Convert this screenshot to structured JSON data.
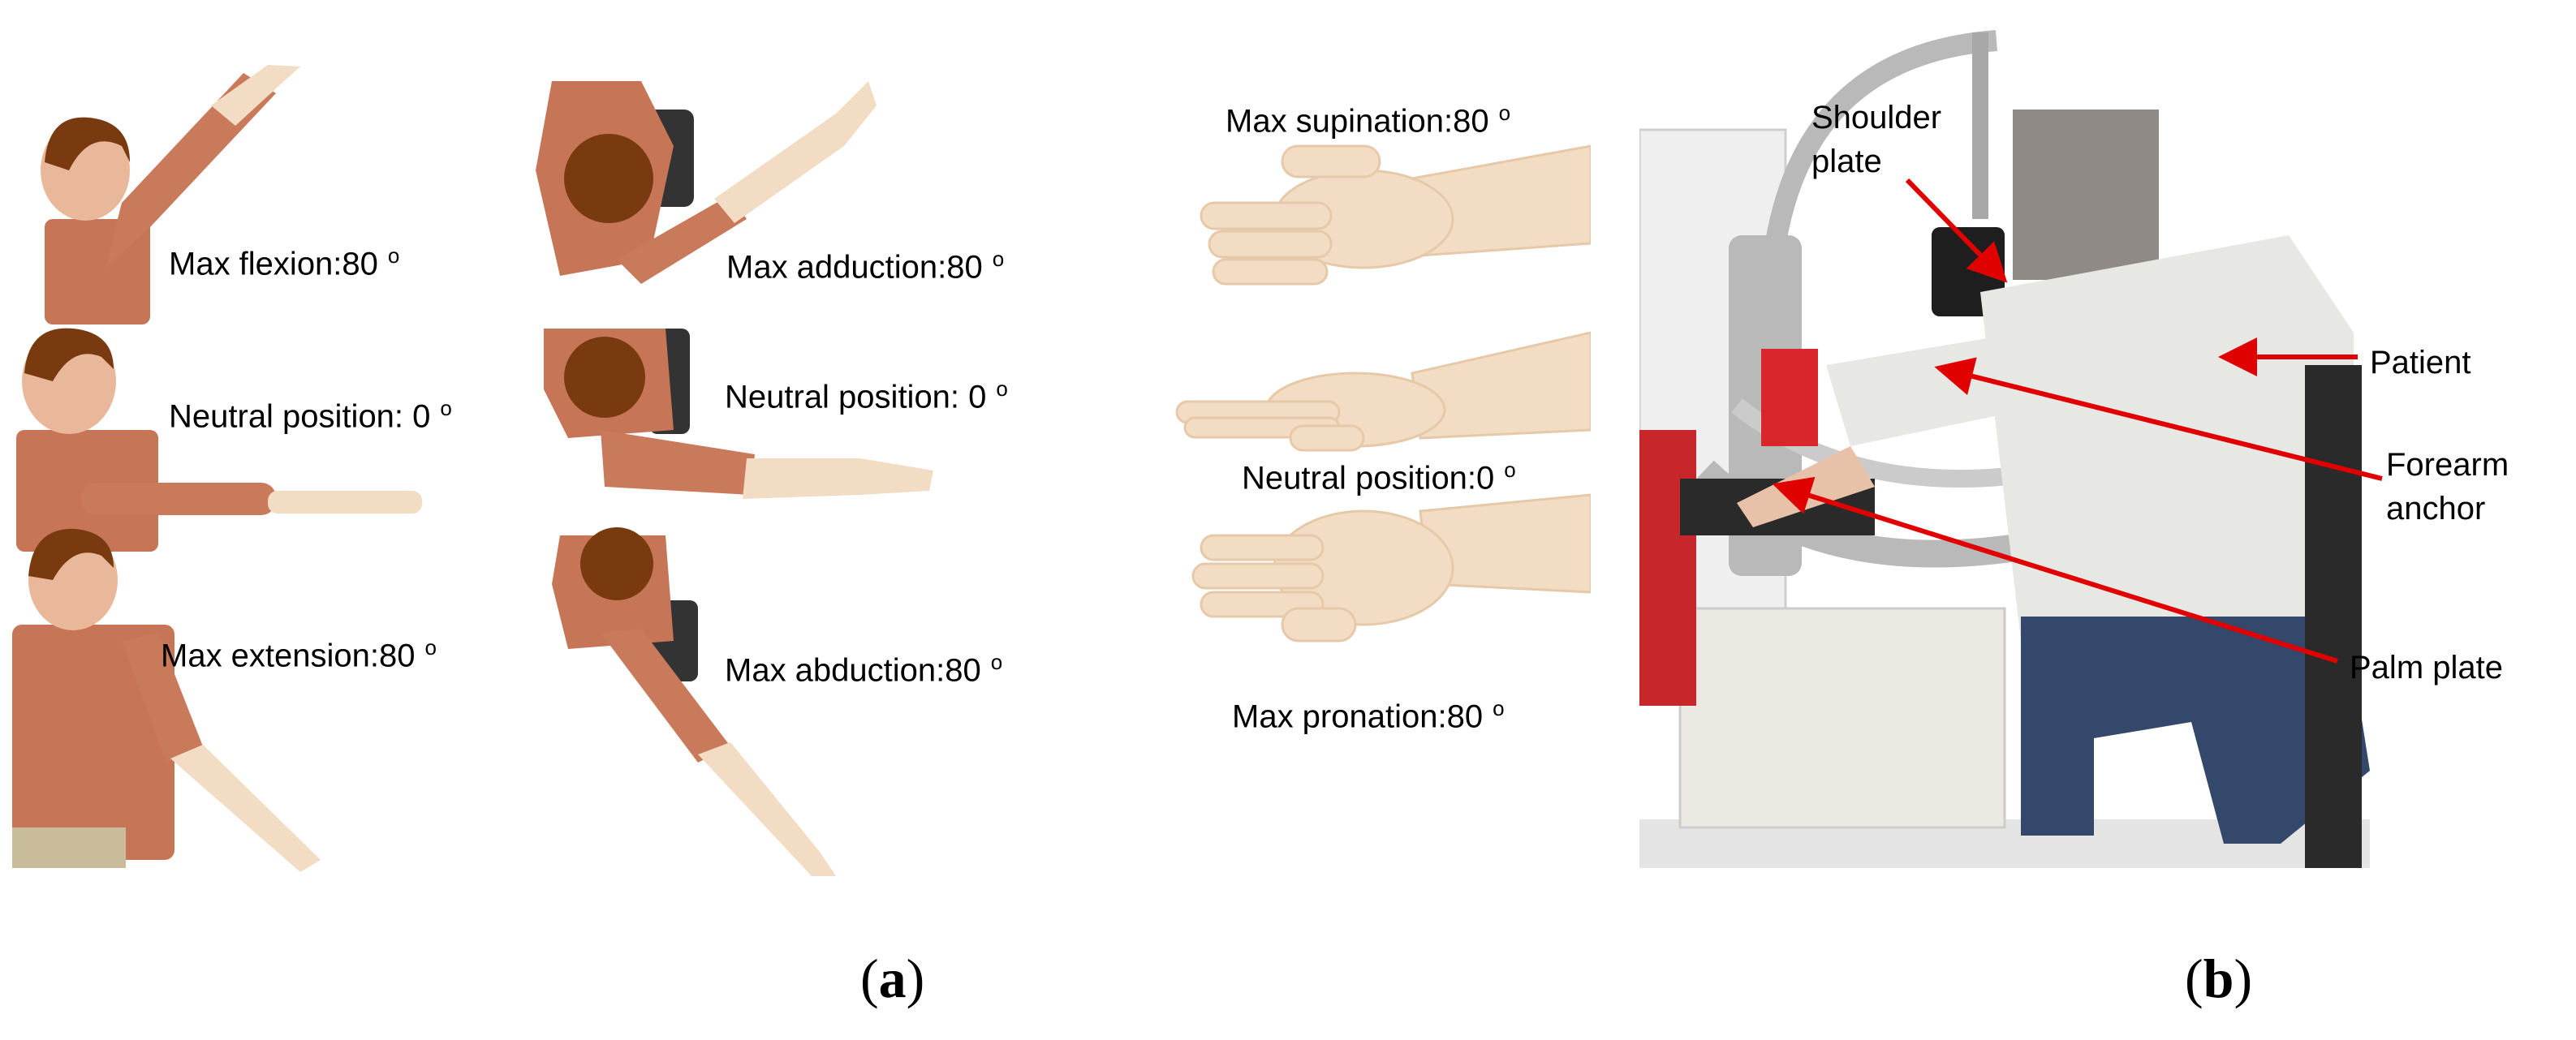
{
  "panel_a": {
    "arm_labels": {
      "flexion": "Max flexion:80",
      "adduction": "Max adduction:80",
      "neutral_side": "Neutral position: 0",
      "neutral_top": "Neutral position: 0",
      "extension": "Max extension:80",
      "abduction": "Max abduction:80"
    },
    "hand_labels": {
      "supination": "Max supination:80",
      "neutral": "Neutral position:0",
      "pronation": "Max pronation:80"
    },
    "degree_symbol": "o",
    "caption_letter": "a"
  },
  "panel_b": {
    "callouts": {
      "shoulder_plate_line1": "Shoulder",
      "shoulder_plate_line2": "plate",
      "patient": "Patient",
      "forearm_anchor_line1": "Forearm",
      "forearm_anchor_line2": "anchor",
      "palm_plate": "Palm plate"
    },
    "caption_letter": "b"
  },
  "colors": {
    "skin_upper": "#c97a5a",
    "skin_lower": "#f2dcc3",
    "hair": "#7a3a10",
    "arrow": "#e00000",
    "metal": "#b9b9b9",
    "red_part": "#d8262b",
    "sweater": "#e7e7e4",
    "jeans": "#34486b"
  }
}
